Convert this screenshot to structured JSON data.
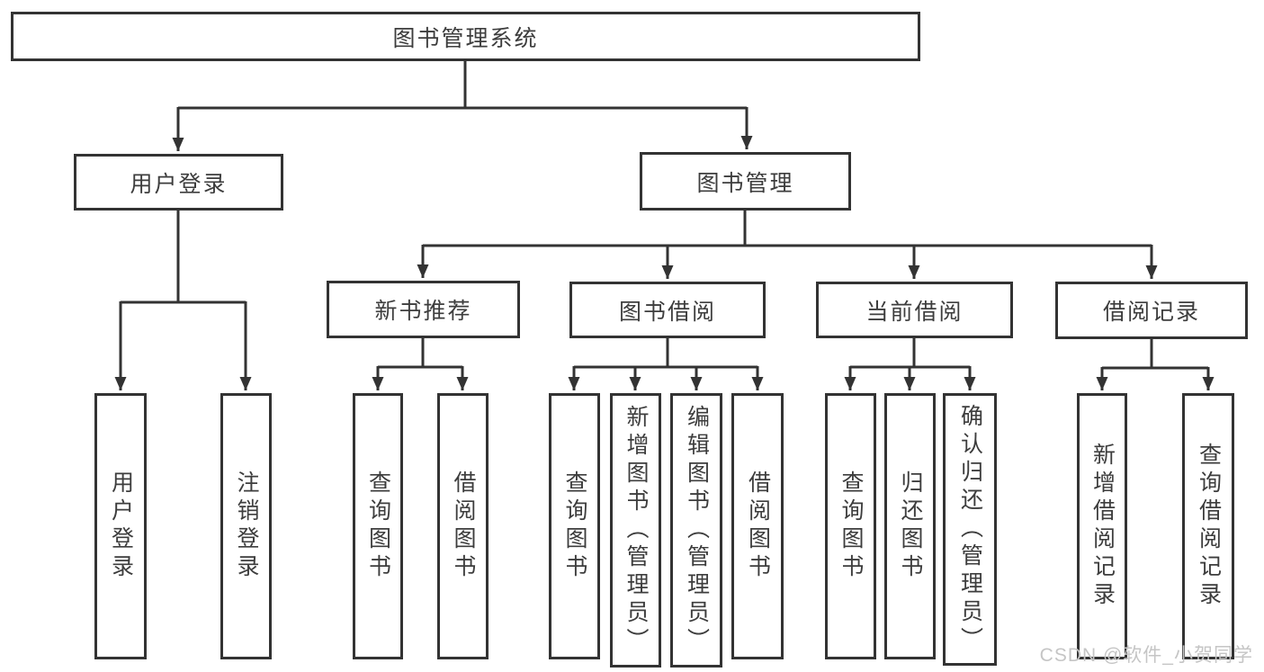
{
  "diagram": {
    "title": "图书管理系统",
    "colors": {
      "line": "#333333",
      "text": "#3d3d3d",
      "background": "#ffffff",
      "watermark": "#c5c5c5"
    },
    "root": {
      "label": "图书管理系统"
    },
    "level2": {
      "user_login": "用户登录",
      "book_management": "图书管理"
    },
    "level3": {
      "new_book_recommend": "新书推荐",
      "book_borrow": "图书借阅",
      "current_borrow": "当前借阅",
      "borrow_records": "借阅记录"
    },
    "leaves": {
      "user_login": "用户登录",
      "logout": "注销登录",
      "nb_query_books": "查询图书",
      "nb_borrow_books": "借阅图书",
      "bb_query_books": "查询图书",
      "bb_add_book_admin": "新增图书（管理员）",
      "bb_edit_book_admin": "编辑图书（管理员）",
      "bb_borrow_books": "借阅图书",
      "cb_query_books": "查询图书",
      "cb_return_book": "归还图书",
      "cb_confirm_return_admin": "确认归还（管理员）",
      "br_add_record": "新增借阅记录",
      "br_query_record": "查询借阅记录"
    },
    "watermark": "CSDN @软件_小贺同学"
  }
}
